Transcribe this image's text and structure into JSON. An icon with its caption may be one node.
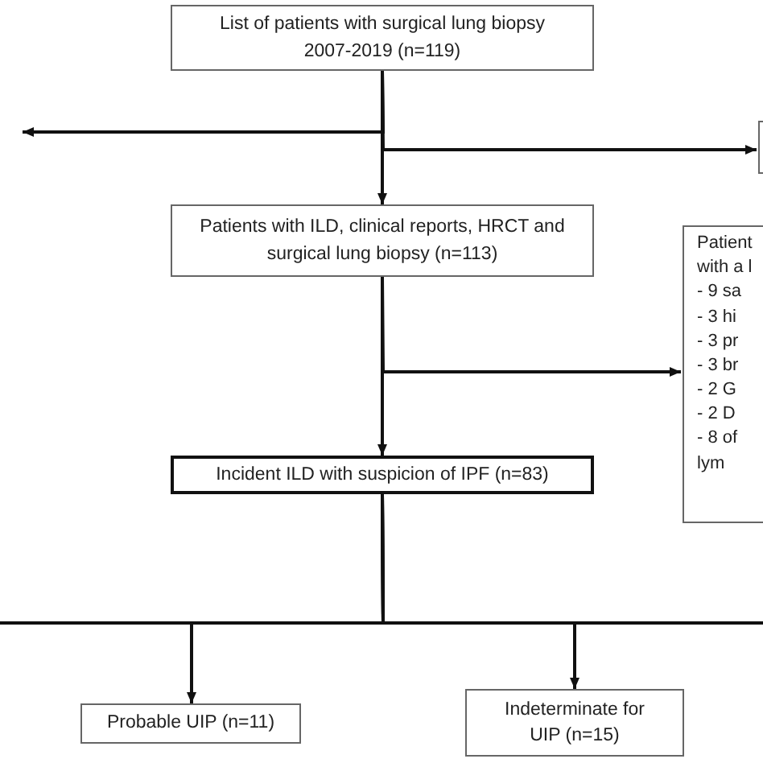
{
  "diagram": {
    "nodes": [
      {
        "text": [
          "List of patients with surgical lung biopsy 2007-2019 (n=119)"
        ]
      },
      {
        "text": [],
        "shape": "box"
      },
      {
        "text": [
          "Patients with ILD, clinical reports, HRCT and surgical lung biopsy (n=113)"
        ]
      },
      {
        "text": [
          "Patient",
          "with a l",
          "- 9 sa",
          "- 3 hi",
          "- 3 pr",
          "- 3 br",
          "- 2 G",
          "- 2 D",
          "- 8 of",
          "lym"
        ]
      },
      {
        "text": [
          "Incident ILD with suspicion of IPF (n=83)"
        ]
      },
      {
        "text": [
          "Probable UIP (n=11)"
        ]
      },
      {
        "text": [
          "Indeterminate for UIP (n=15)"
        ]
      }
    ],
    "edges": [
      {
        "from": 0,
        "to": null,
        "arrow": "to"
      },
      {
        "from": 0,
        "to": 1,
        "arrow": "to"
      },
      {
        "from": 0,
        "to": 2,
        "arrow": "to"
      },
      {
        "from": 2,
        "to": 3,
        "arrow": "to"
      },
      {
        "from": 2,
        "to": 4,
        "arrow": "to"
      },
      {
        "from": 4,
        "to": null,
        "arrow": "none"
      },
      {
        "from": 4,
        "to": null,
        "arrow": "none"
      },
      {
        "from": 4,
        "to": 5,
        "arrow": "to"
      },
      {
        "from": 4,
        "to": 6,
        "arrow": "to"
      }
    ]
  }
}
